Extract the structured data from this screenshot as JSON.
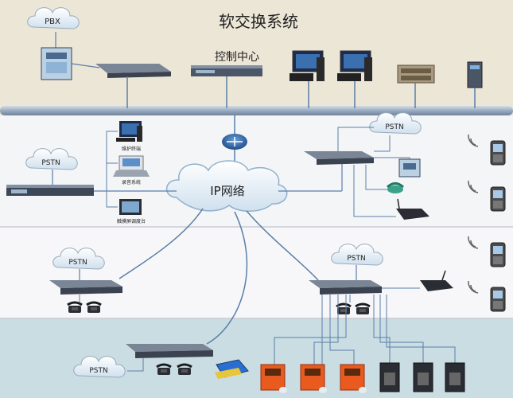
{
  "title": "软交换系统",
  "control_center": "控制中心",
  "ip_network": "IP网络",
  "pstn": "PSTN",
  "pbx": "PBX",
  "devices": {
    "maintenance_terminal": "维护终端",
    "recording_system": "录音系统",
    "touchscreen_console": "触摸屏调度台"
  },
  "colors": {
    "band_top": "#ece6d7",
    "band_mid": "#f4f5f7",
    "band_bottom": "#c9dde3",
    "bus_pipe": "#a3b3c6",
    "line": "#5a7fa8",
    "cloud": "#dce8f2",
    "phone_orange": "#e85a1e"
  }
}
